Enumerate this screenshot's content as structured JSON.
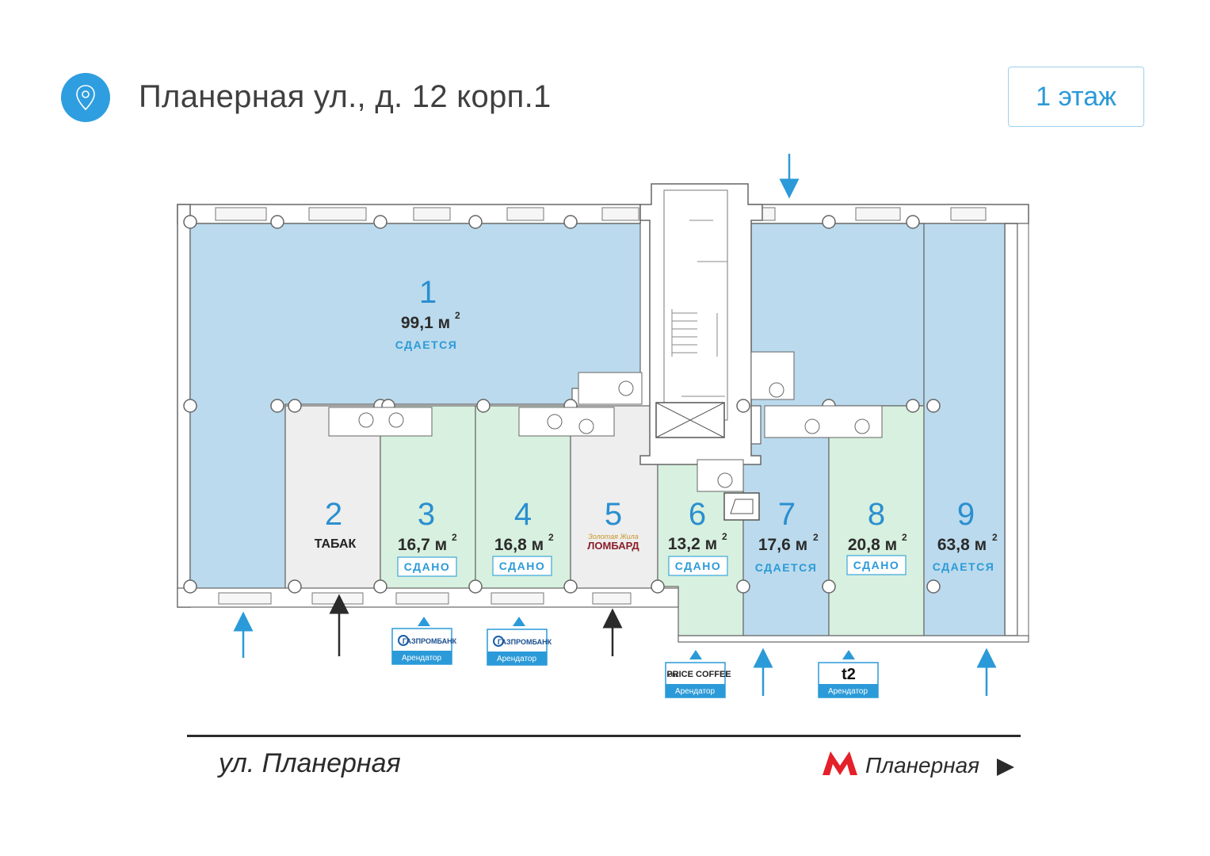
{
  "header": {
    "address": "Планерная ул., д. 12 корп.1",
    "floor_label": "1 этаж",
    "pin_icon": "location-pin-icon"
  },
  "street": {
    "name": "ул. Планерная"
  },
  "metro": {
    "name": "Планерная",
    "icon": "metro-m-icon",
    "color": "#e4202a"
  },
  "colors": {
    "accent": "#2b9ad8",
    "available": "#bbdaed",
    "rented": "#d8f0df",
    "occupied": "#eeeeee",
    "wall": "#555555"
  },
  "units": [
    {
      "number": "1",
      "area": "99,1 м",
      "status": "СДАЕТСЯ"
    },
    {
      "number": "2",
      "tenant": "ТАБАК"
    },
    {
      "number": "3",
      "area": "16,7 м",
      "status": "СДАНО"
    },
    {
      "number": "4",
      "area": "16,8 м",
      "status": "СДАНО"
    },
    {
      "number": "5",
      "tenant_brand": "Золотая Жила",
      "tenant": "ЛОМБАРД"
    },
    {
      "number": "6",
      "area": "13,2 м",
      "status": "СДАНО"
    },
    {
      "number": "7",
      "area": "17,6 м",
      "status": "СДАЕТСЯ"
    },
    {
      "number": "8",
      "area": "20,8 м",
      "status": "СДАНО"
    },
    {
      "number": "9",
      "area": "63,8 м",
      "status": "СДАЕТСЯ"
    }
  ],
  "area_superscript": "2",
  "tenant_tags": [
    {
      "logo": "ГАЗПРОМБАНК",
      "caption": "Арендатор"
    },
    {
      "logo": "ГАЗПРОМБАНК",
      "caption": "Арендатор"
    },
    {
      "logo_prefix": "ONE",
      "logo": "PRICE COFFEE",
      "caption": "Арендатор"
    },
    {
      "logo": "t2",
      "caption": "Арендатор"
    }
  ]
}
